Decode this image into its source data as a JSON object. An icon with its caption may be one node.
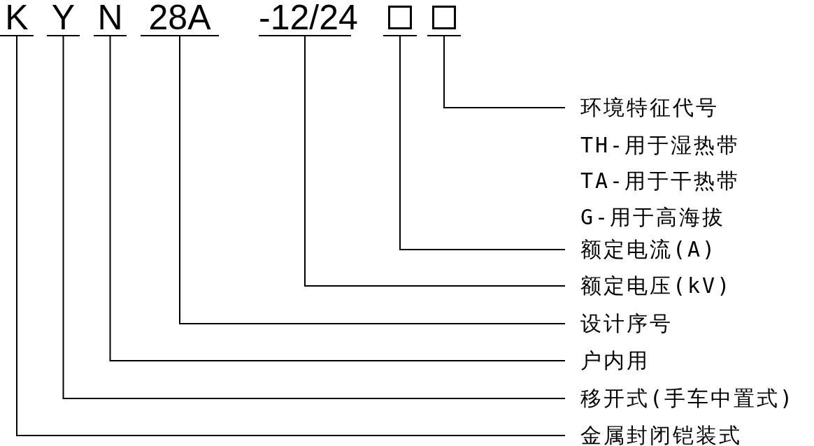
{
  "diagram": {
    "nodes": [
      {
        "text": [
          "K"
        ]
      },
      {
        "text": [
          "Y"
        ]
      },
      {
        "text": [
          "N"
        ]
      },
      {
        "text": [
          "28A"
        ]
      },
      {
        "text": [
          "-12/24"
        ]
      },
      {
        "text": [],
        "shape": "box"
      },
      {
        "text": [],
        "shape": "box"
      },
      {
        "text": [
          "环境特征代号"
        ]
      },
      {
        "text": [
          "额定电流(A)"
        ]
      },
      {
        "text": [
          "额定电压(kV)"
        ]
      },
      {
        "text": [
          "设计序号"
        ]
      },
      {
        "text": [
          "户内用"
        ]
      },
      {
        "text": [
          "移开式(手车中置式)"
        ]
      },
      {
        "text": [
          "金属封闭铠装式"
        ]
      }
    ],
    "edges": [
      {
        "from": 7,
        "to": 6,
        "arrow": "none"
      },
      {
        "from": 8,
        "to": 5,
        "arrow": "none"
      },
      {
        "from": 9,
        "to": 4,
        "arrow": "none"
      },
      {
        "from": 10,
        "to": 3,
        "arrow": "none"
      },
      {
        "from": 11,
        "to": 2,
        "arrow": "none"
      },
      {
        "from": 12,
        "to": 1,
        "arrow": "none"
      },
      {
        "from": 13,
        "to": 0,
        "arrow": "none"
      }
    ],
    "labels": [
      "TH-用于湿热带",
      "TA-用于干热带",
      "G-用于高海拔"
    ]
  }
}
